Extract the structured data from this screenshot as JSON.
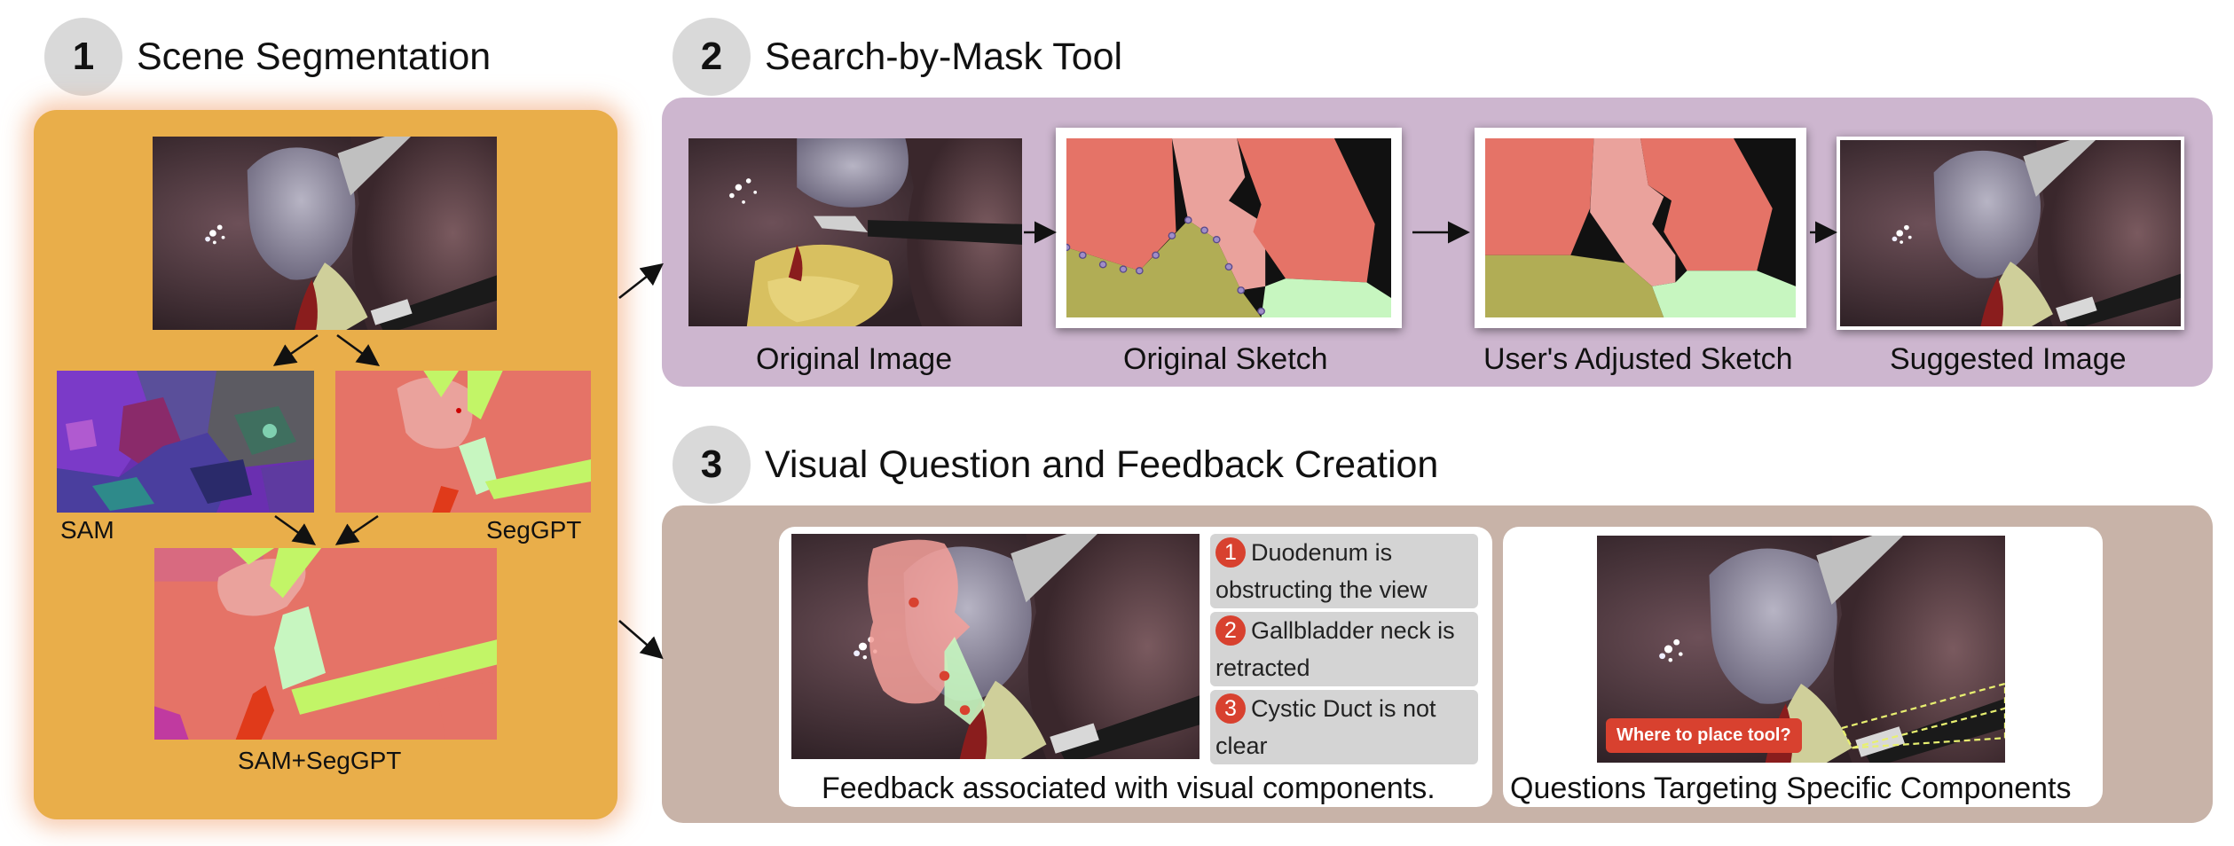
{
  "steps": [
    {
      "number": "1",
      "title": "Scene Segmentation"
    },
    {
      "number": "2",
      "title": "Search-by-Mask Tool"
    },
    {
      "number": "3",
      "title": "Visual Question and Feedback Creation"
    }
  ],
  "segmentation": {
    "sam_label": "SAM",
    "seggpt_label": "SegGPT",
    "combined_label": "SAM+SegGPT"
  },
  "search": {
    "original_image": "Original Image",
    "original_sketch": "Original Sketch",
    "adjusted_sketch": "User's Adjusted Sketch",
    "suggested_image": "Suggested Image"
  },
  "feedback": {
    "items": [
      {
        "number": "1",
        "text": "Duodenum is obstructing the view"
      },
      {
        "number": "2",
        "text": "Gallbladder neck is retracted"
      },
      {
        "number": "3",
        "text": "Cystic Duct is not clear"
      }
    ],
    "caption": "Feedback associated with visual components.",
    "question_badge": "Where to place tool?",
    "question_caption": "Questions Targeting Specific Components"
  },
  "colors": {
    "panel1_bg": "#e9ae4a",
    "panel2_bg": "#cdb6cf",
    "panel3_bg": "#c8b3a8",
    "badge_red": "#d8412f",
    "step_circle": "#d9d9d9"
  },
  "icons": [
    "arrow-right-icon",
    "arrow-down-icon"
  ]
}
